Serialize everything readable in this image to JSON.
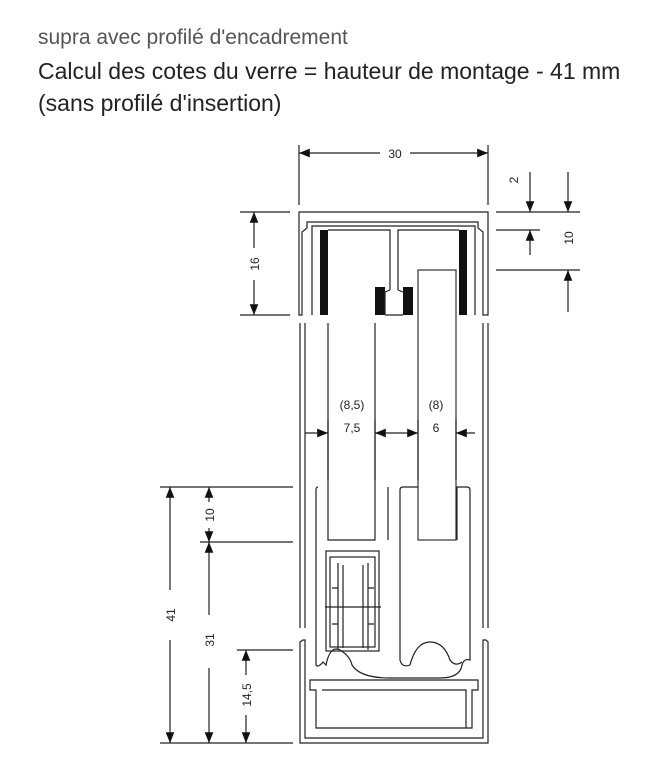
{
  "title": {
    "subtitle": "supra avec profilé d'encadrement",
    "line1": "Calcul des cotes du verre = hauteur de montage - 41 mm",
    "line2": "(sans profilé d'insertion)"
  },
  "dimensions": {
    "width": "30",
    "top_gap": "2",
    "glass_insert": "10",
    "cap_height": "16",
    "left_channel_alt": "(8,5)",
    "left_channel": "7,5",
    "right_channel_alt": "(8)",
    "right_channel": "6",
    "total_bottom": "41",
    "bottom_insert": "10",
    "bottom_rest": "31",
    "base_height": "14,5"
  }
}
